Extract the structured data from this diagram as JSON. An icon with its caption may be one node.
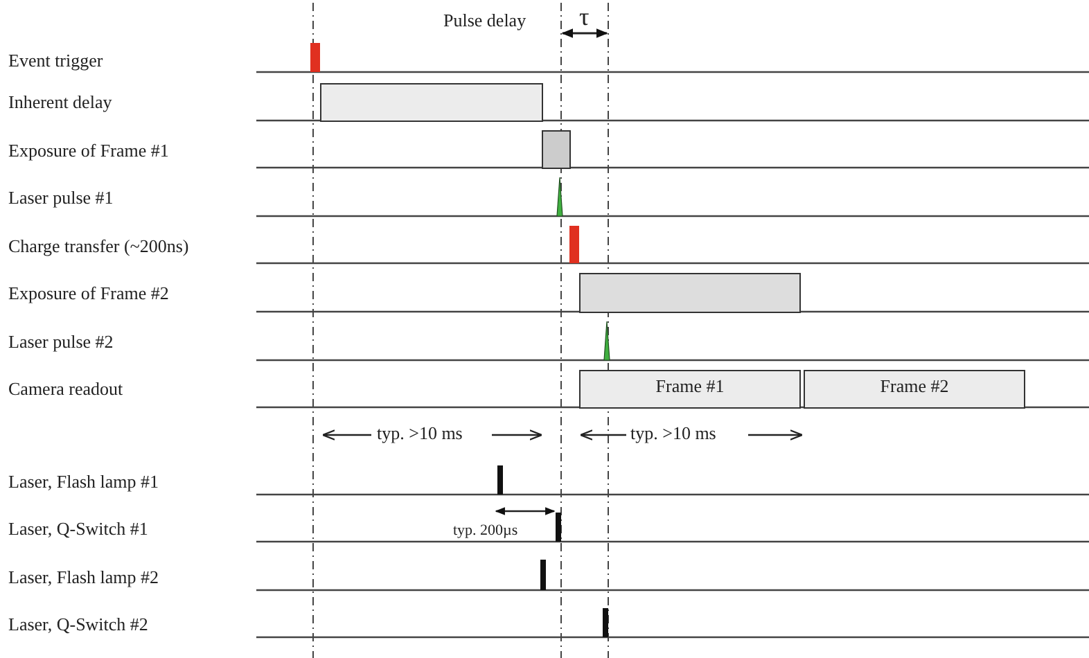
{
  "diagram": {
    "nodes": [
      {
        "text": [],
        "shape": "bar"
      },
      {
        "text": [],
        "shape": "bar"
      },
      {
        "text": [],
        "shape": "bar"
      },
      {
        "text": [
          "Frame #1"
        ]
      },
      {
        "text": [
          "Frame #2"
        ]
      }
    ],
    "labels": [
      "Pulse delay",
      "τ",
      "Event trigger",
      "Inherent delay",
      "Exposure of Frame #1",
      "Laser pulse #1",
      "Charge transfer (~200ns)",
      "Exposure of Frame #2",
      "Laser pulse #2",
      "Camera readout",
      "typ. >10 ms",
      "typ. >10 ms",
      "Laser, Flash lamp #1",
      "Laser, Q-Switch #1",
      "typ. 200µs",
      "Laser, Flash lamp #2",
      "Laser, Q-Switch #2"
    ]
  }
}
